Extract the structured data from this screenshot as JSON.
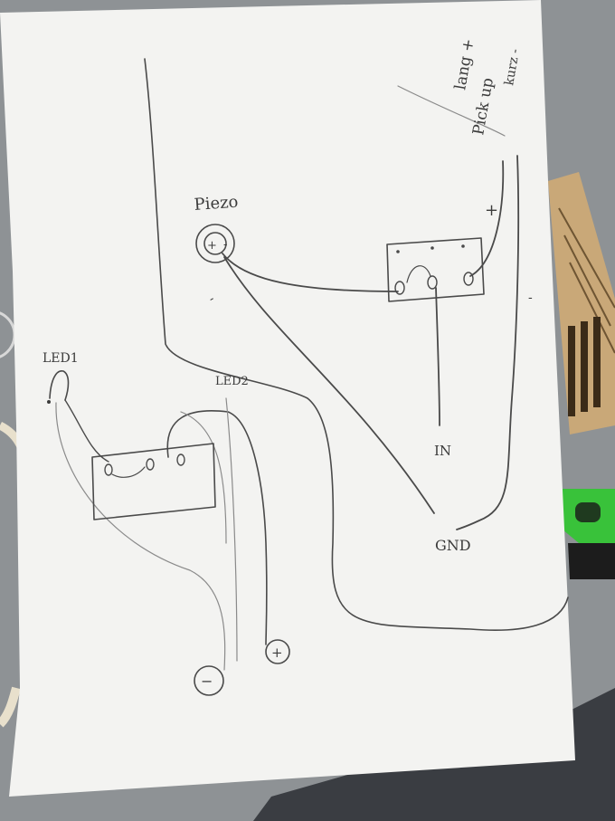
{
  "colors": {
    "table": "#8e9295",
    "paper": "#f3f3f1",
    "pencil": "#4a4a4a",
    "ruler_wood": "#c9a878",
    "tool_green": "#39c23a",
    "carpet": "#3a3d42"
  },
  "sketch": {
    "piezo_label": "Piezo",
    "plus_mark": "+",
    "minus_mark": "-",
    "pickup_label": "Pick up",
    "lang_label": "lang +",
    "kurz_label": "kurz -",
    "led1_label": "LED1",
    "led2_label": "LED2",
    "in_label": "IN",
    "gnd_label": "GND",
    "terminal_minus": "−",
    "terminal_plus": "+"
  }
}
